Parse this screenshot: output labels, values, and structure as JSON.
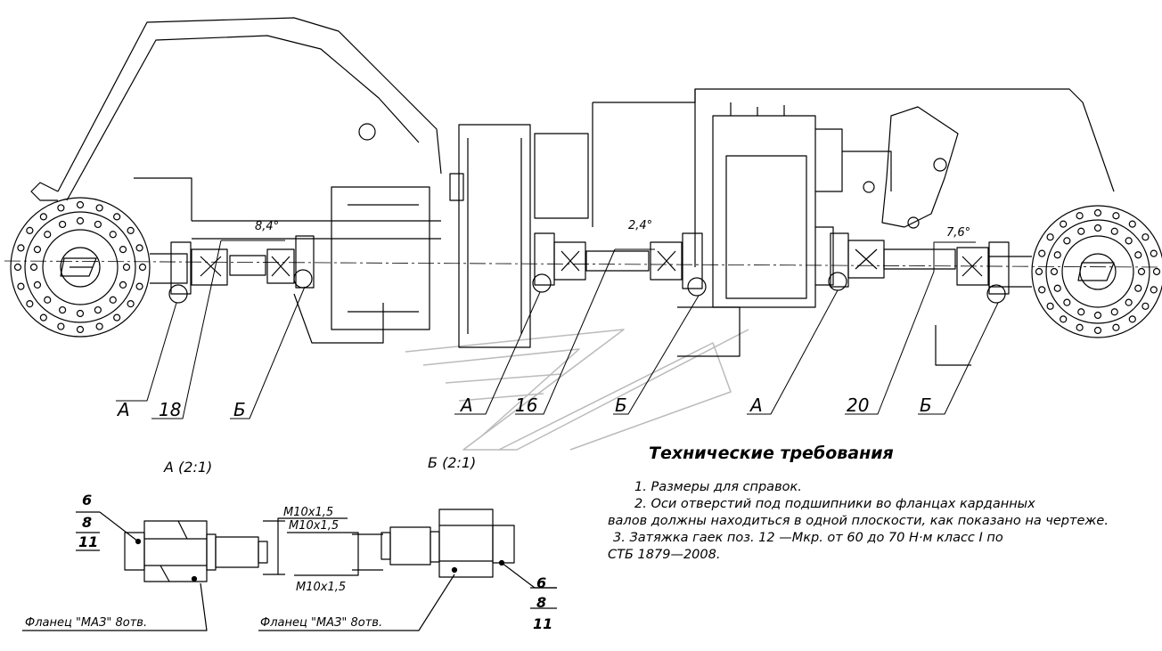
{
  "callouts": {
    "left": {
      "a": "А",
      "num": "18",
      "b": "Б",
      "angle": "8,4°"
    },
    "mid": {
      "a": "А",
      "num": "16",
      "b": "Б",
      "angle": "2,4°"
    },
    "right": {
      "a": "А",
      "num": "20",
      "b": "Б",
      "angle": "7,6°"
    }
  },
  "details": {
    "a": {
      "title": "А (2:1)",
      "thread": "M10x1,5",
      "flange": "Фланец \"МАЗ\" 8отв.",
      "pos": [
        "6",
        "8",
        "11"
      ]
    },
    "b": {
      "title": "Б (2:1)",
      "thread_top": "M10x1,5",
      "thread_bottom": "M10x1,5",
      "flange": "Фланец \"МАЗ\" 8отв.",
      "pos": [
        "6",
        "8",
        "11"
      ]
    }
  },
  "notes": {
    "title": "Технические требования",
    "item1": "1.  Размеры для справок.",
    "item2_first": "2.  Оси отверстий под подшипники во фланцах карданных",
    "item2_rest": "валов должны находиться в одной плоскости, как показано на чертеже.",
    "item3_first": "3.  Затяжка гаек поз. 12 —Мкр. от 60 до   70 Н·м класс I по",
    "item3_rest": "СТБ    1879—2008."
  }
}
